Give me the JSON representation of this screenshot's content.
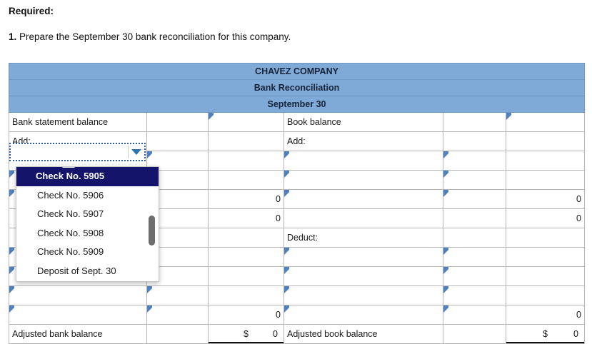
{
  "prompt": {
    "required_label": "Required:",
    "item_number": "1.",
    "item_text": " Prepare the September 30 bank reconciliation for this company."
  },
  "colors": {
    "header_blue": "#7FA9D7",
    "input_border_blue": "#4f81bd",
    "dropdown_selected": "#15146b"
  },
  "table": {
    "title_rows": [
      "CHAVEZ COMPANY",
      "Bank Reconciliation",
      "September 30"
    ],
    "left": {
      "rows": [
        {
          "label": "Bank statement balance",
          "blank": "",
          "amount": "",
          "blank_input": false,
          "amount_input": true
        },
        {
          "label": "Add:",
          "blank": "",
          "amount": "",
          "blank_input": false,
          "amount_input": false
        },
        {
          "label": "",
          "blank": "",
          "amount": "",
          "blank_input": true,
          "amount_input": false,
          "is_select": true
        },
        {
          "label": "",
          "blank": "",
          "amount": "",
          "blank_input": true,
          "amount_input": false
        },
        {
          "label": "",
          "blank": "",
          "amount": "0",
          "blank_input": true,
          "amount_input": false
        },
        {
          "label": "",
          "blank": "",
          "amount": "0",
          "blank_input": false,
          "amount_input": false
        },
        {
          "label": "",
          "blank": "",
          "amount": "",
          "blank_input": false,
          "amount_input": false
        },
        {
          "label": "",
          "blank": "",
          "amount": "",
          "blank_input": true,
          "amount_input": false
        },
        {
          "label": "",
          "blank": "",
          "amount": "",
          "blank_input": true,
          "amount_input": false
        },
        {
          "label": "",
          "blank": "",
          "amount": "",
          "blank_input": true,
          "amount_input": false
        },
        {
          "label": "",
          "blank": "",
          "amount": "0",
          "blank_input": true,
          "amount_input": false
        },
        {
          "label": "Adjusted bank balance",
          "blank": "",
          "amount": "0",
          "dollar": "$",
          "blank_input": false,
          "amount_input": false
        }
      ]
    },
    "right": {
      "rows": [
        {
          "label": "Book balance",
          "blank": "",
          "amount": "",
          "blank_input": false,
          "amount_input": true
        },
        {
          "label": "Add:",
          "blank": "",
          "amount": "",
          "blank_input": false,
          "amount_input": false
        },
        {
          "label": "",
          "blank": "",
          "amount": "",
          "blank_input": true,
          "amount_input": false
        },
        {
          "label": "",
          "blank": "",
          "amount": "",
          "blank_input": true,
          "amount_input": false
        },
        {
          "label": "",
          "blank": "",
          "amount": "0",
          "blank_input": true,
          "amount_input": false
        },
        {
          "label": "",
          "blank": "",
          "amount": "0",
          "blank_input": false,
          "amount_input": false
        },
        {
          "label": "Deduct:",
          "blank": "",
          "amount": "",
          "blank_input": false,
          "amount_input": false
        },
        {
          "label": "",
          "blank": "",
          "amount": "",
          "blank_input": true,
          "amount_input": false
        },
        {
          "label": "",
          "blank": "",
          "amount": "",
          "blank_input": true,
          "amount_input": false
        },
        {
          "label": "",
          "blank": "",
          "amount": "",
          "blank_input": true,
          "amount_input": false
        },
        {
          "label": "",
          "blank": "",
          "amount": "0",
          "blank_input": true,
          "amount_input": false
        },
        {
          "label": "Adjusted book balance",
          "blank": "",
          "amount": "0",
          "dollar": "$",
          "blank_input": false,
          "amount_input": false
        }
      ]
    }
  },
  "select": {
    "value": "",
    "icon": "chevron-down-icon"
  },
  "dropdown": {
    "options": [
      "Check No. 5905",
      "Check No. 5906",
      "Check No. 5907",
      "Check No. 5908",
      "Check No. 5909",
      "Deposit of Sept. 30"
    ],
    "selected_index": 0
  }
}
